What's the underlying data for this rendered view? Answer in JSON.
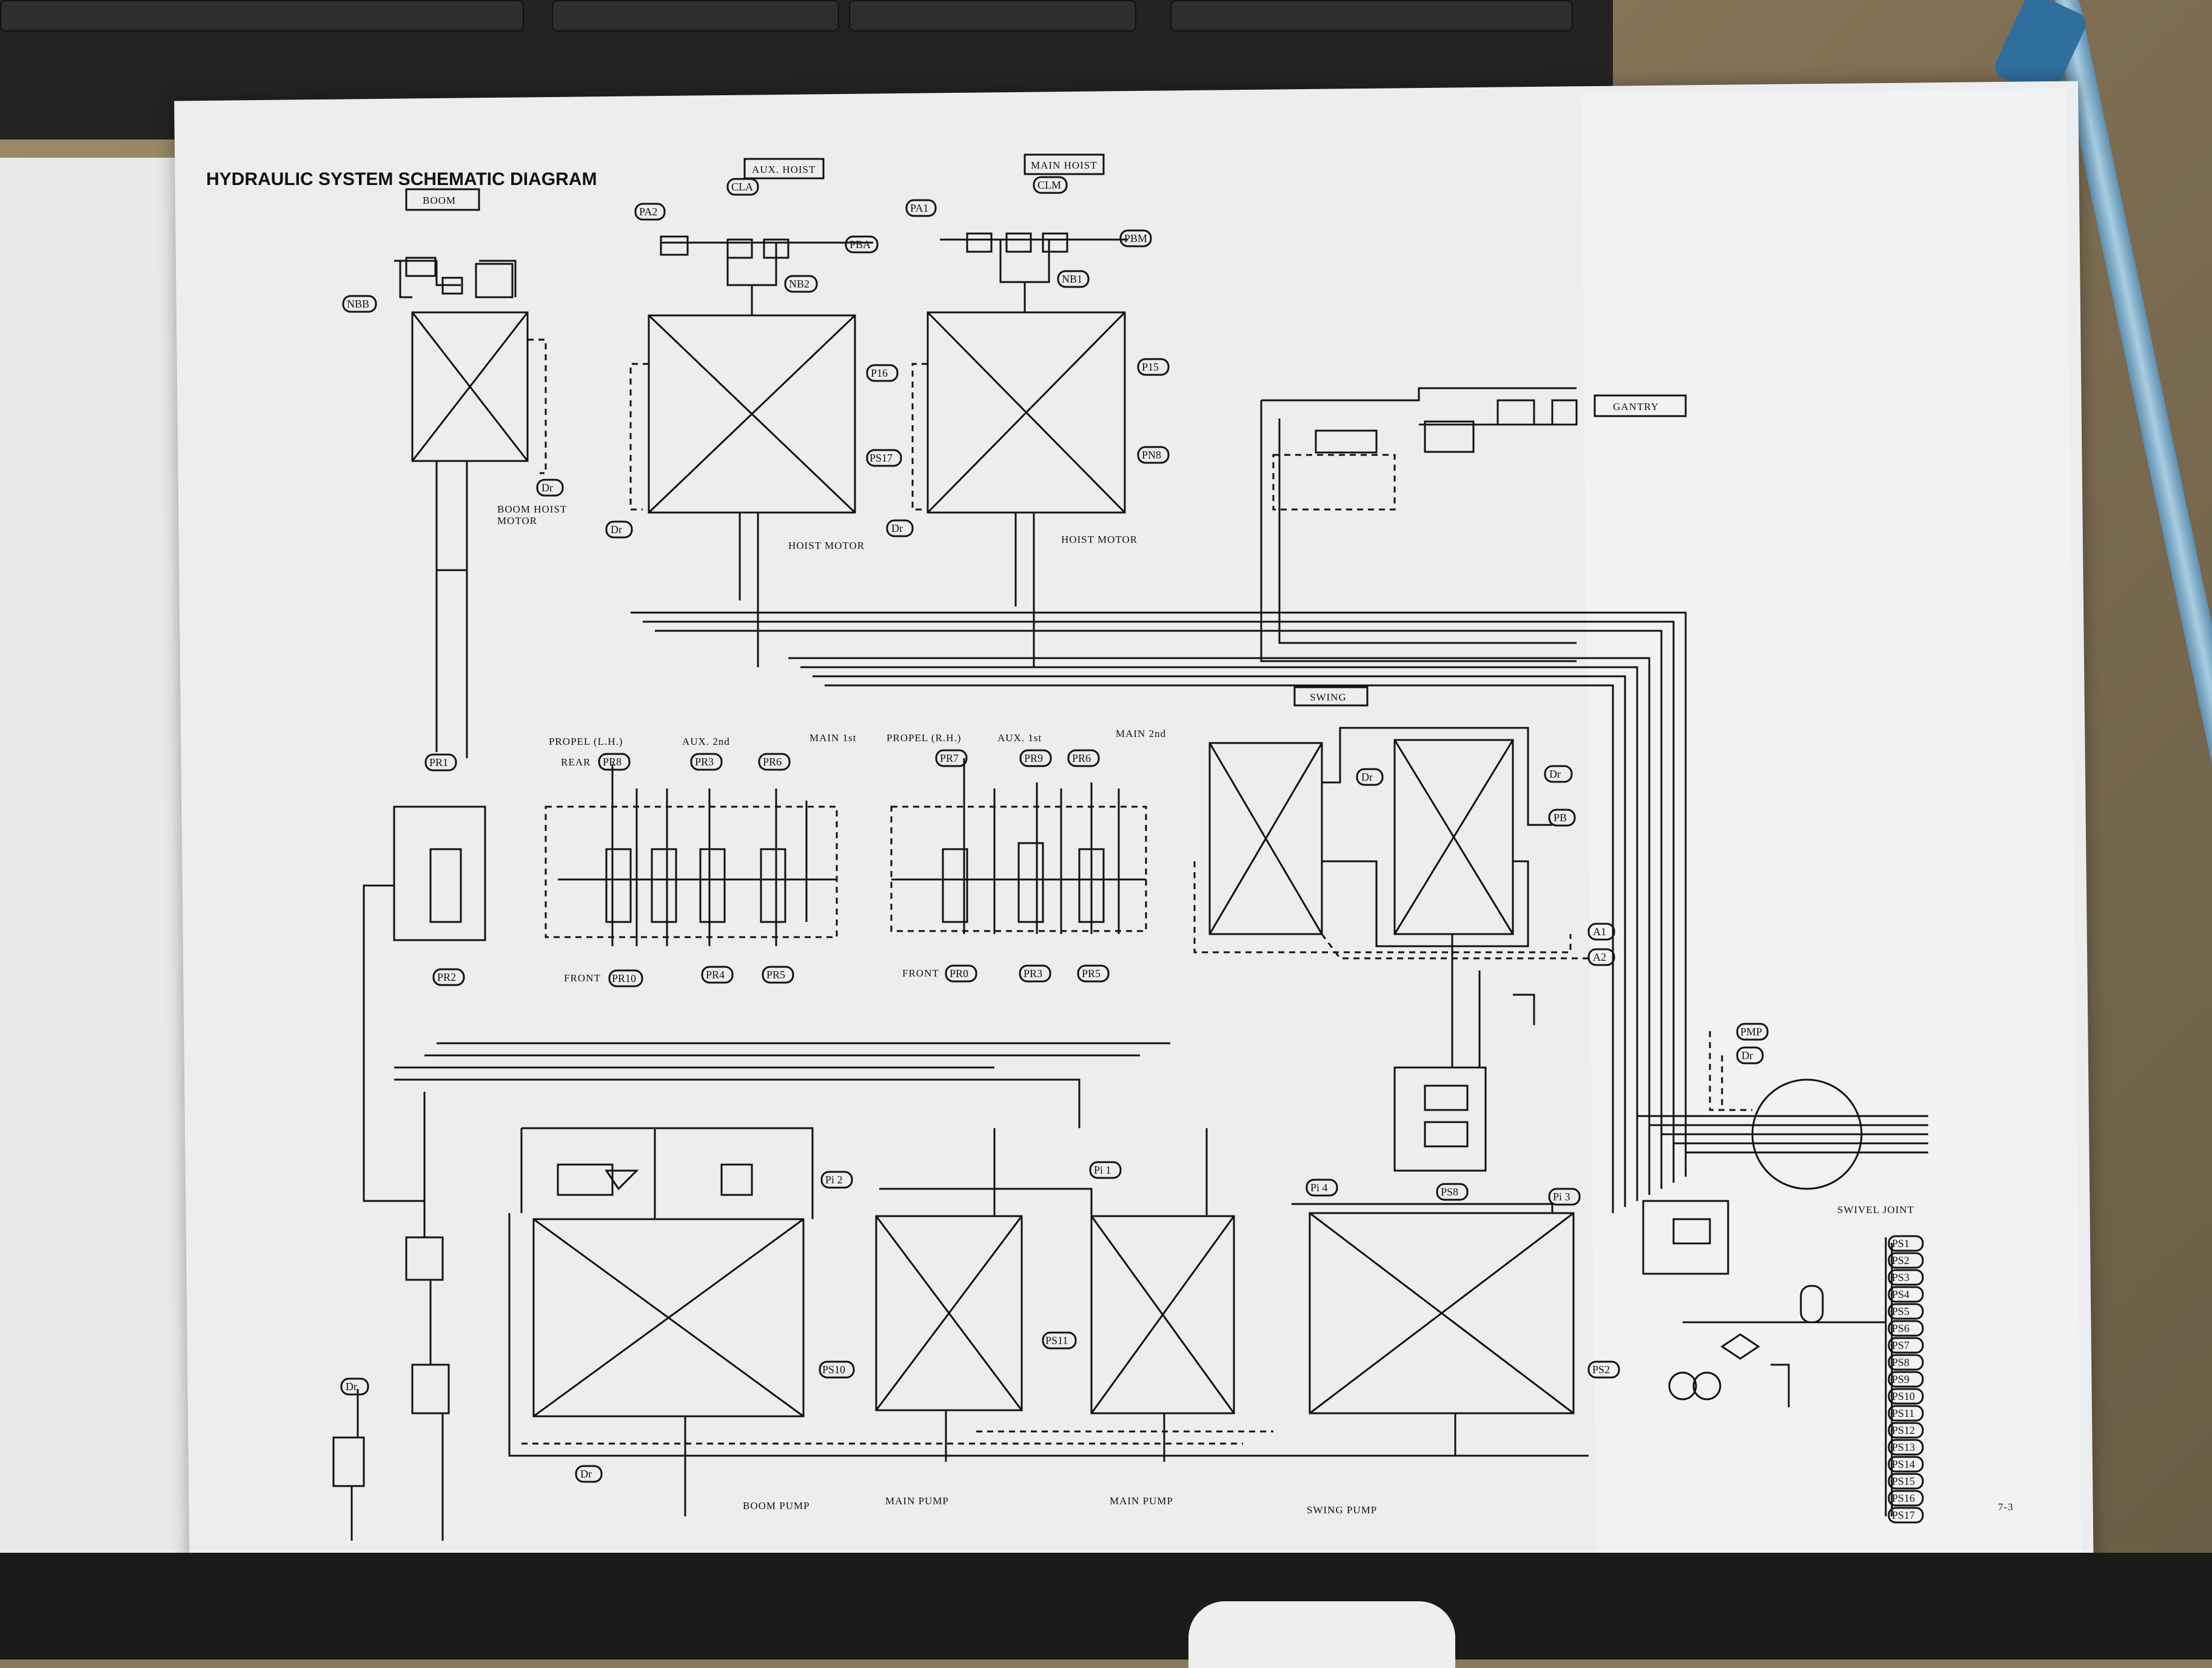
{
  "title": "HYDRAULIC SYSTEM SCHEMATIC DIAGRAM",
  "page_number": "7-3",
  "boxes": {
    "boom": "BOOM",
    "aux_hoist": "AUX. HOIST",
    "main_hoist": "MAIN HOIST",
    "swing": "SWING",
    "gantry": "GANTRY"
  },
  "component_labels": {
    "boom_hoist_motor_1": "BOOM HOIST",
    "boom_hoist_motor_2": "MOTOR",
    "hoist_motor_left": "HOIST MOTOR",
    "hoist_motor_right": "HOIST MOTOR",
    "propel_lh": "PROPEL (L.H.)",
    "rear": "REAR",
    "aux_2nd": "AUX. 2nd",
    "main_1st": "MAIN 1st",
    "propel_rh": "PROPEL (R.H.)",
    "aux_1st": "AUX. 1st",
    "main_2nd": "MAIN 2nd",
    "front_left": "FRONT",
    "front_right": "FRONT",
    "boom_pump": "BOOM PUMP",
    "main_pump_1": "MAIN PUMP",
    "main_pump_2": "MAIN PUMP",
    "swing_pump": "SWING PUMP",
    "swivel_joint": "SWIVEL JOINT"
  },
  "tags": {
    "nbb": "NBB",
    "pa2": "PA2",
    "cla": "CLA",
    "pba": "PBA",
    "nb2": "NB2",
    "pa1": "PA1",
    "clm": "CLM",
    "pbm": "PBM",
    "nb1": "NB1",
    "dr_boom": "Dr",
    "dr_aux": "Dr",
    "dr_main": "Dr",
    "p16": "P16",
    "p17": "PS17",
    "p15": "P15",
    "pn8": "PN8",
    "pr1": "PR1",
    "pr2": "PR2",
    "pr8": "PR8",
    "pr3a": "PR3",
    "pr6a": "PR6",
    "pr7": "PR7",
    "pr9": "PR9",
    "pr6b": "PR6",
    "pr10": "PR10",
    "pr4": "PR4",
    "pr5a": "PR5",
    "pr0": "PR0",
    "pr3b": "PR3",
    "pr5b": "PR5",
    "dr_swing1": "Dr",
    "dr_swing2": "Dr",
    "pb": "PB",
    "a1": "A1",
    "a2": "A2",
    "pmp": "PMP",
    "dr_swivel": "Dr",
    "p12": "Pi 2",
    "p11": "Pi 1",
    "p14": "Pi 4",
    "p13": "Pi 3",
    "ps8": "PS8",
    "ps10": "PS10",
    "ps11": "PS11",
    "ps12": "PS2",
    "dr_pump": "Dr",
    "dr_left": "Dr"
  },
  "ps_list": [
    "PS1",
    "PS2",
    "PS3",
    "PS4",
    "PS5",
    "PS6",
    "PS7",
    "PS8",
    "PS9",
    "PS10",
    "PS11",
    "PS12",
    "PS13",
    "PS14",
    "PS15",
    "PS16",
    "PS17"
  ]
}
